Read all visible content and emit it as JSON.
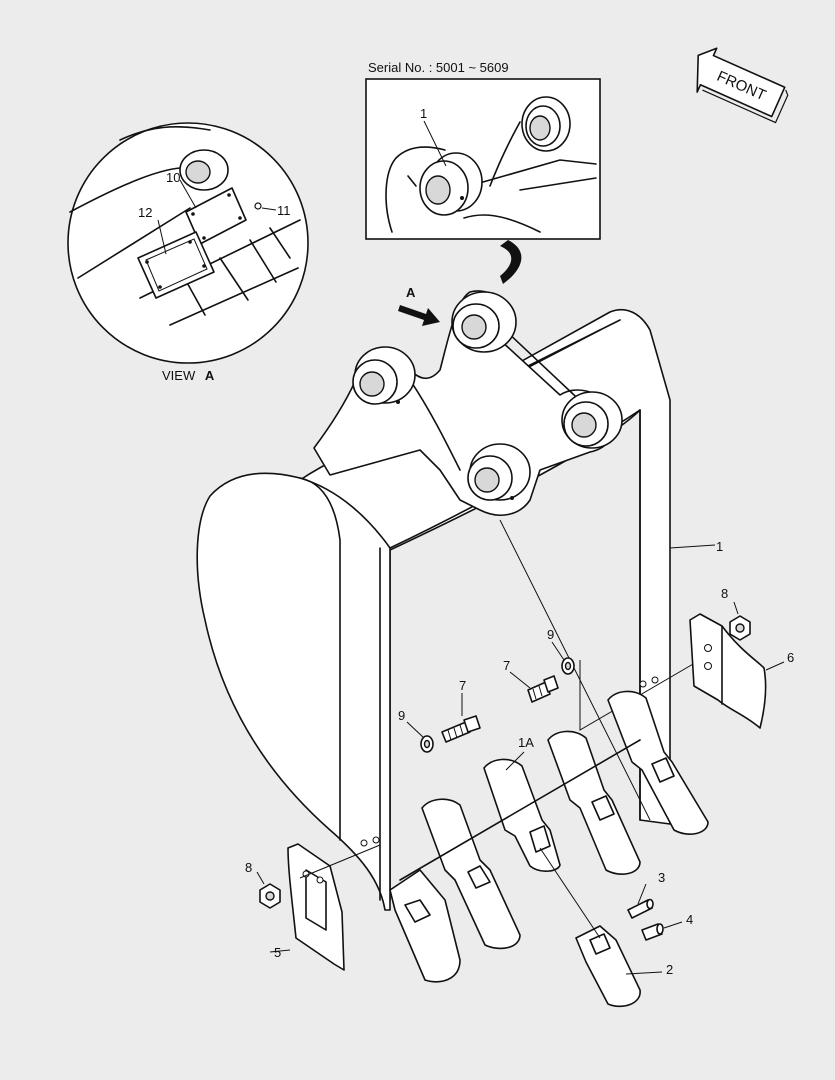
{
  "serial": "Serial No. : 5001 ~ 5609",
  "front": "FRONT",
  "view_label": "VIEW",
  "view_letter": "A",
  "arrow_letter": "A",
  "inset_callouts": {
    "c1": "1"
  },
  "view_callouts": {
    "c10": "10",
    "c11": "11",
    "c12": "12"
  },
  "callouts": {
    "c1": "1",
    "c1a": "1A",
    "c2": "2",
    "c3": "3",
    "c4": "4",
    "c5": "5",
    "c6": "6",
    "c7a": "7",
    "c7b": "7",
    "c8a": "8",
    "c8b": "8",
    "c9a": "9",
    "c9b": "9"
  }
}
